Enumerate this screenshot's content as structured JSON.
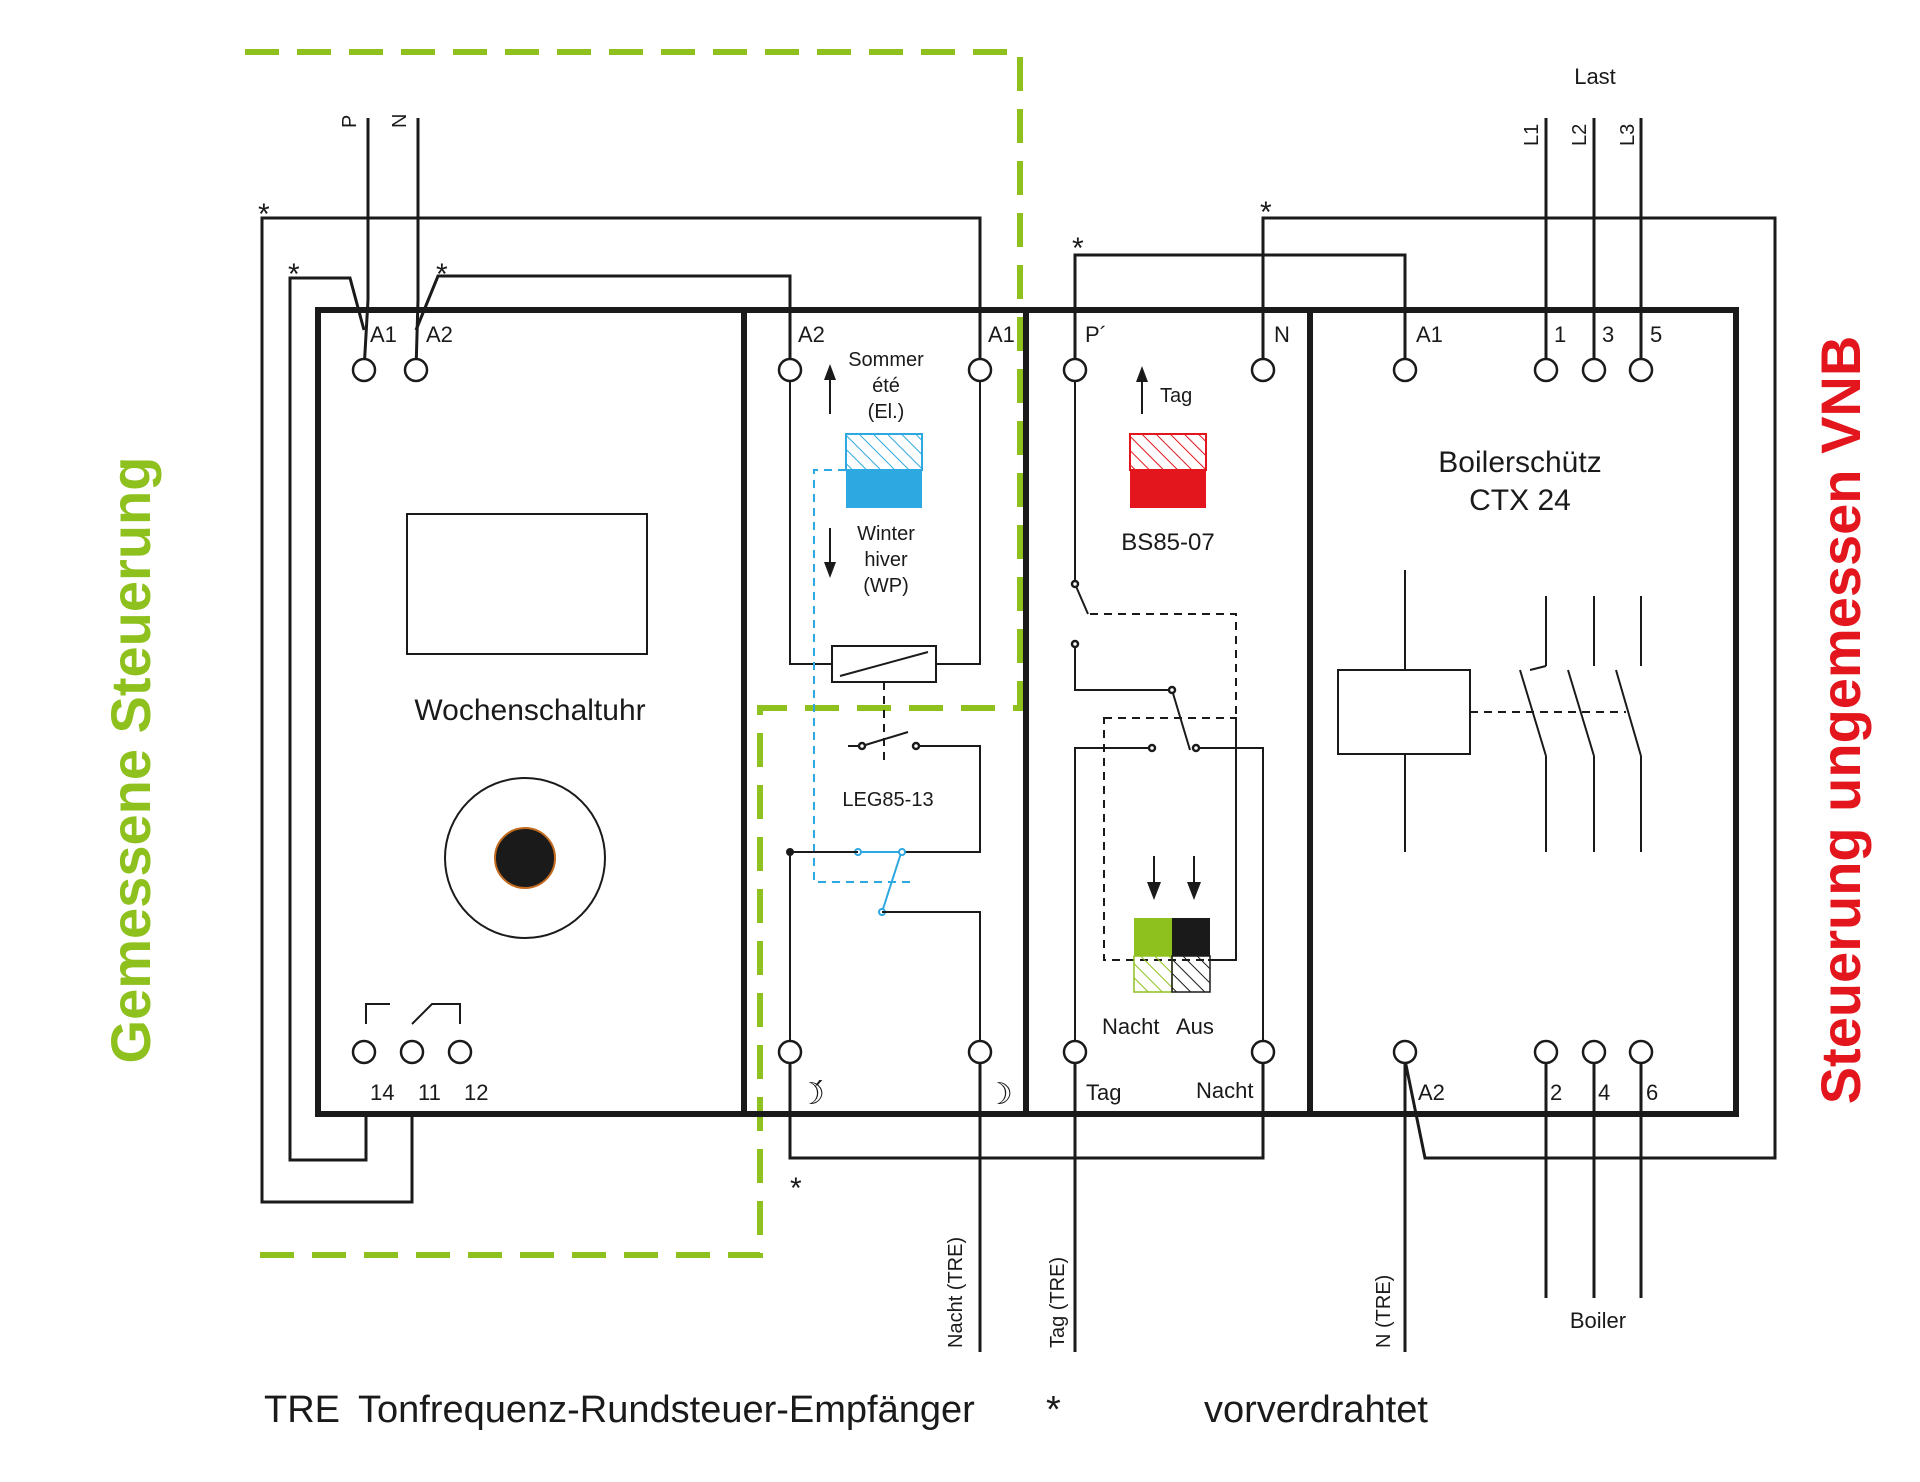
{
  "side_labels": {
    "left": "Gemessene Steuerung",
    "right": "Steuerung ungemessen VNB"
  },
  "supply": {
    "p": "P",
    "n": "N"
  },
  "load": {
    "title": "Last",
    "l1": "L1",
    "l2": "L2",
    "l3": "L3"
  },
  "asterisk": "*",
  "module1": {
    "name": "Wochenschaltuhr",
    "t_a1": "A1",
    "t_a2": "A2",
    "t_14": "14",
    "t_11": "11",
    "t_12": "12"
  },
  "module2": {
    "name": "LEG85-13",
    "t_a2": "A2",
    "t_a1": "A1",
    "up_1": "Sommer",
    "up_2": "été",
    "up_3": "(El.)",
    "down_1": "Winter",
    "down_2": "hiver",
    "down_3": "(WP)",
    "moon_left": "☽́",
    "moon_right": "☽"
  },
  "module3": {
    "name": "BS85-07",
    "t_p": "P´",
    "t_n": "N",
    "up": "Tag",
    "nacht": "Nacht",
    "aus": "Aus",
    "bottom_tag": "Tag",
    "bottom_nacht": "Nacht"
  },
  "module4": {
    "name_1": "Boilerschütz",
    "name_2": "CTX 24",
    "t_a1": "A1",
    "t_1": "1",
    "t_3": "3",
    "t_5": "5",
    "t_a2": "A2",
    "t_2": "2",
    "t_4": "4",
    "t_6": "6"
  },
  "feeds": {
    "nacht_tre": "Nacht (TRE)",
    "tag_tre": "Tag (TRE)",
    "n_tre": "N (TRE)",
    "boiler": "Boiler"
  },
  "footer": {
    "abbr": "TRE",
    "def": "Tonfrequenz-Rundsteuer-Empfänger",
    "star": "*",
    "star_def": "vorverdrahtet"
  },
  "colors": {
    "green": "#8ec11e",
    "red": "#e3151d",
    "blue": "#2ea8e0",
    "black": "#1a1a1a"
  }
}
